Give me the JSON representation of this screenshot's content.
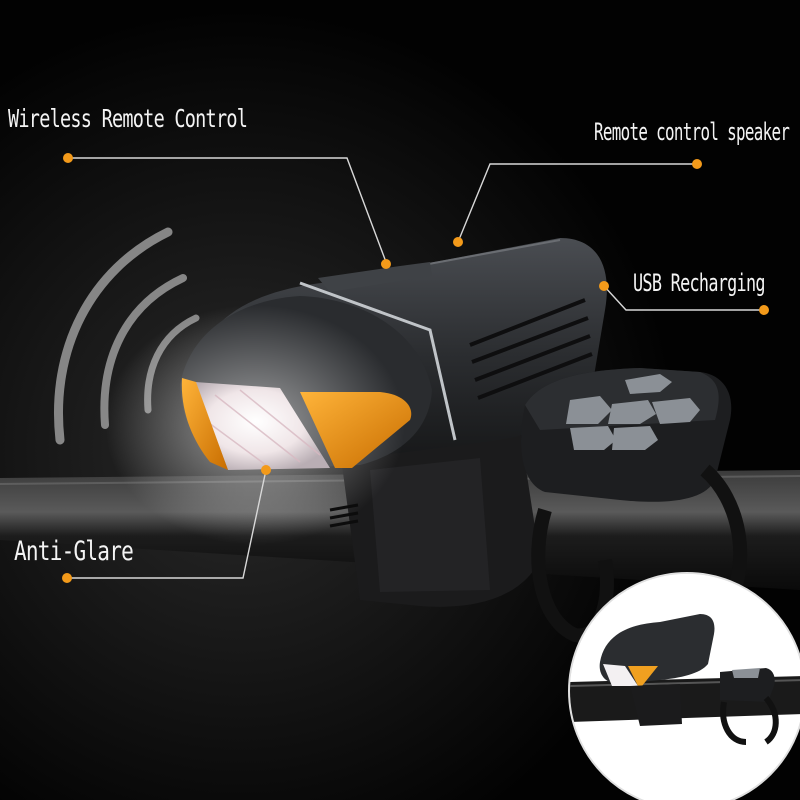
{
  "callouts": {
    "wireless_remote": "Wireless Remote Control",
    "speaker": "Remote control speaker",
    "usb": "USB Recharging",
    "anti_glare": "Anti-Glare"
  },
  "colors": {
    "callout_dot": "#f39a1a",
    "label_text": "#f4f4f4",
    "background": "#050505"
  }
}
